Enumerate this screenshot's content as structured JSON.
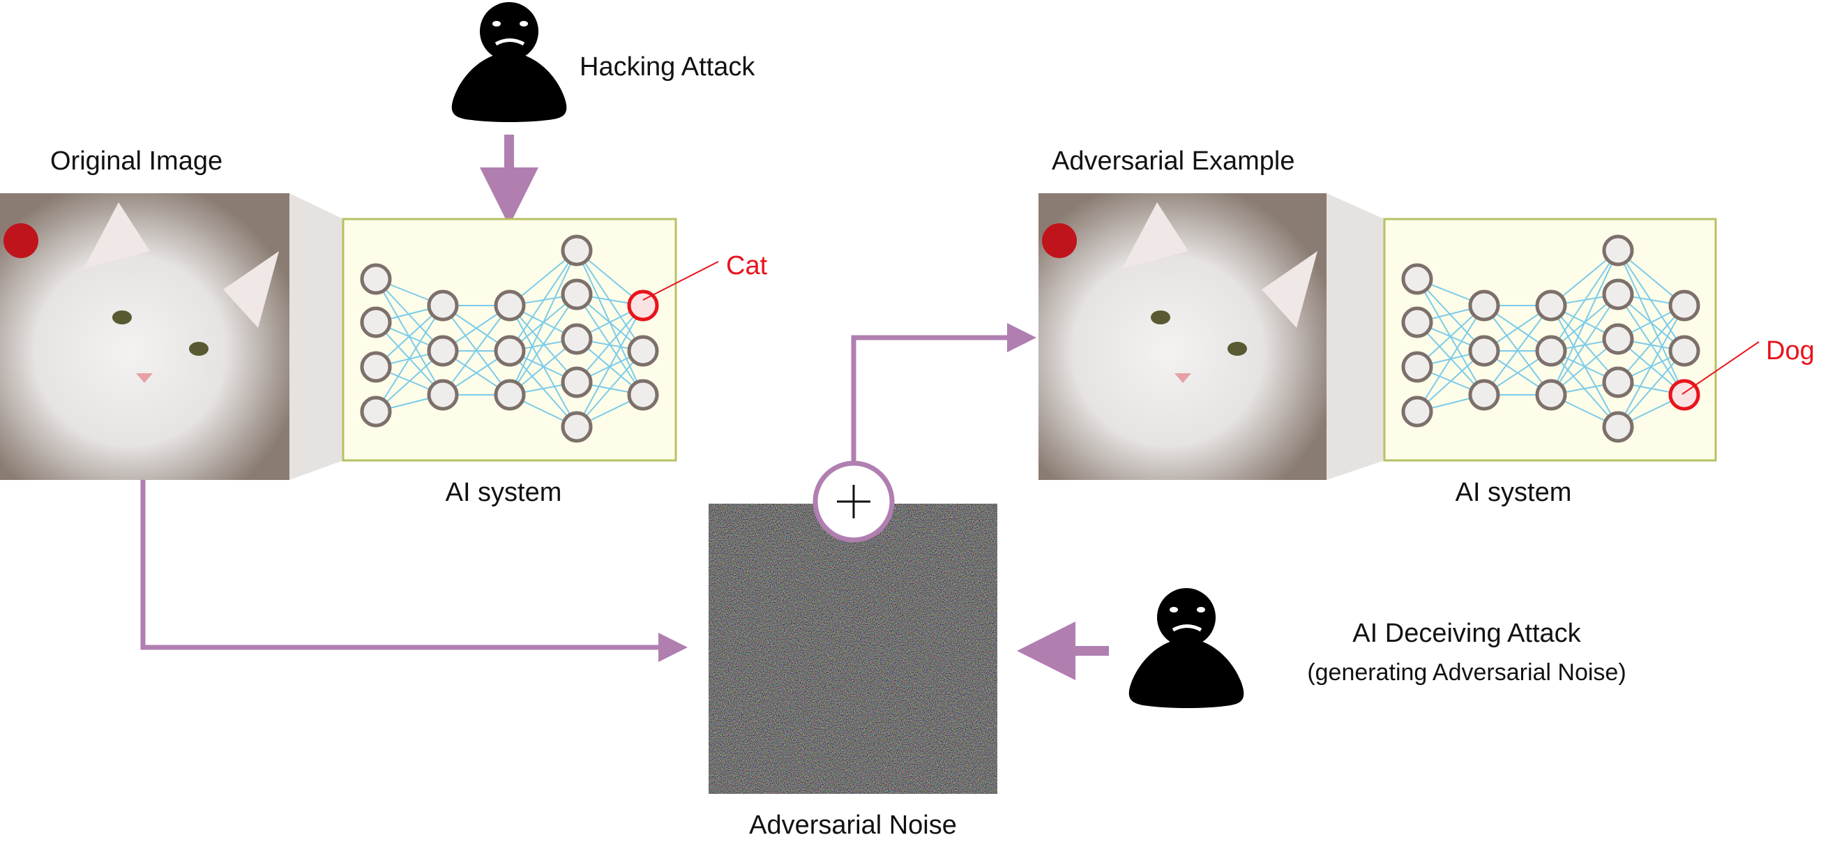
{
  "title_hacking": "Hacking Attack",
  "original_image_label": "Original Image",
  "adversarial_example_label": "Adversarial Example",
  "ai_system_left": "AI system",
  "ai_system_right": "AI system",
  "output_left": "Cat",
  "output_right": "Dog",
  "plus_symbol": "+",
  "adversarial_noise_label": "Adversarial Noise",
  "deceiving_title": "AI Deceiving Attack",
  "deceiving_subtitle": "(generating Adversarial Noise)",
  "colors": {
    "arrow": "#b07fb0",
    "highlight": "#e8141c",
    "edge": "#7ccbea",
    "box_border": "#b8c064",
    "box_fill": "#fdfde9"
  },
  "icons": [
    "hacker-person-icon",
    "hacker-person-icon"
  ]
}
